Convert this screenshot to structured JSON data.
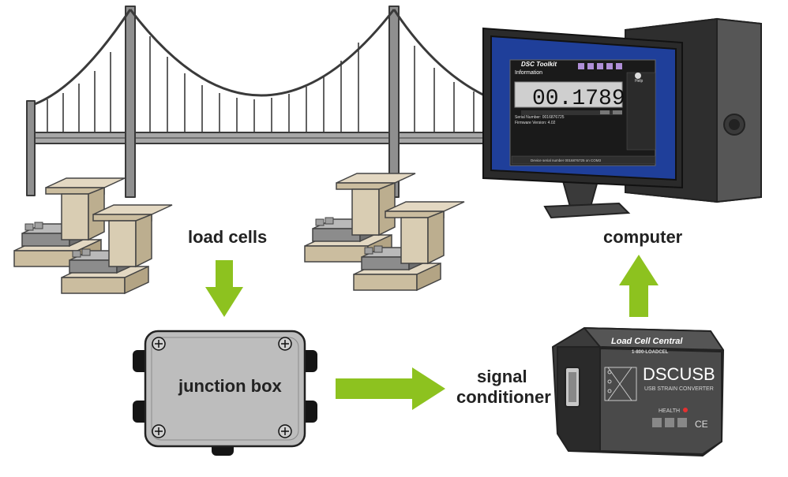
{
  "labels": {
    "load_cells": "load cells",
    "computer": "computer",
    "junction_box": "junction box",
    "signal_line1": "signal",
    "signal_line2": "conditioner"
  },
  "screen": {
    "app_title": "DSC Toolkit",
    "section": "Information",
    "reading": "00.1789",
    "serial_label": "Serial Number: 0016876725",
    "firmware_label": "Firmware Version: 4.02",
    "status_bar": "Device serial number 0016876725 on COM3",
    "help_title": "Help"
  },
  "device": {
    "brand": "Load Cell Central",
    "phone": "1-800-LOADCEL",
    "model": "DSCUSB",
    "subtitle": "USB STRAIN CONVERTER",
    "health": "HEALTH",
    "ce_mark": "CE"
  },
  "colors": {
    "arrow": "#8dc21f",
    "monitor_blue": "#1f3f9a",
    "steel": "#9a9a9a",
    "cell_tan": "#d3c5a8",
    "dark": "#2c2c2c"
  }
}
